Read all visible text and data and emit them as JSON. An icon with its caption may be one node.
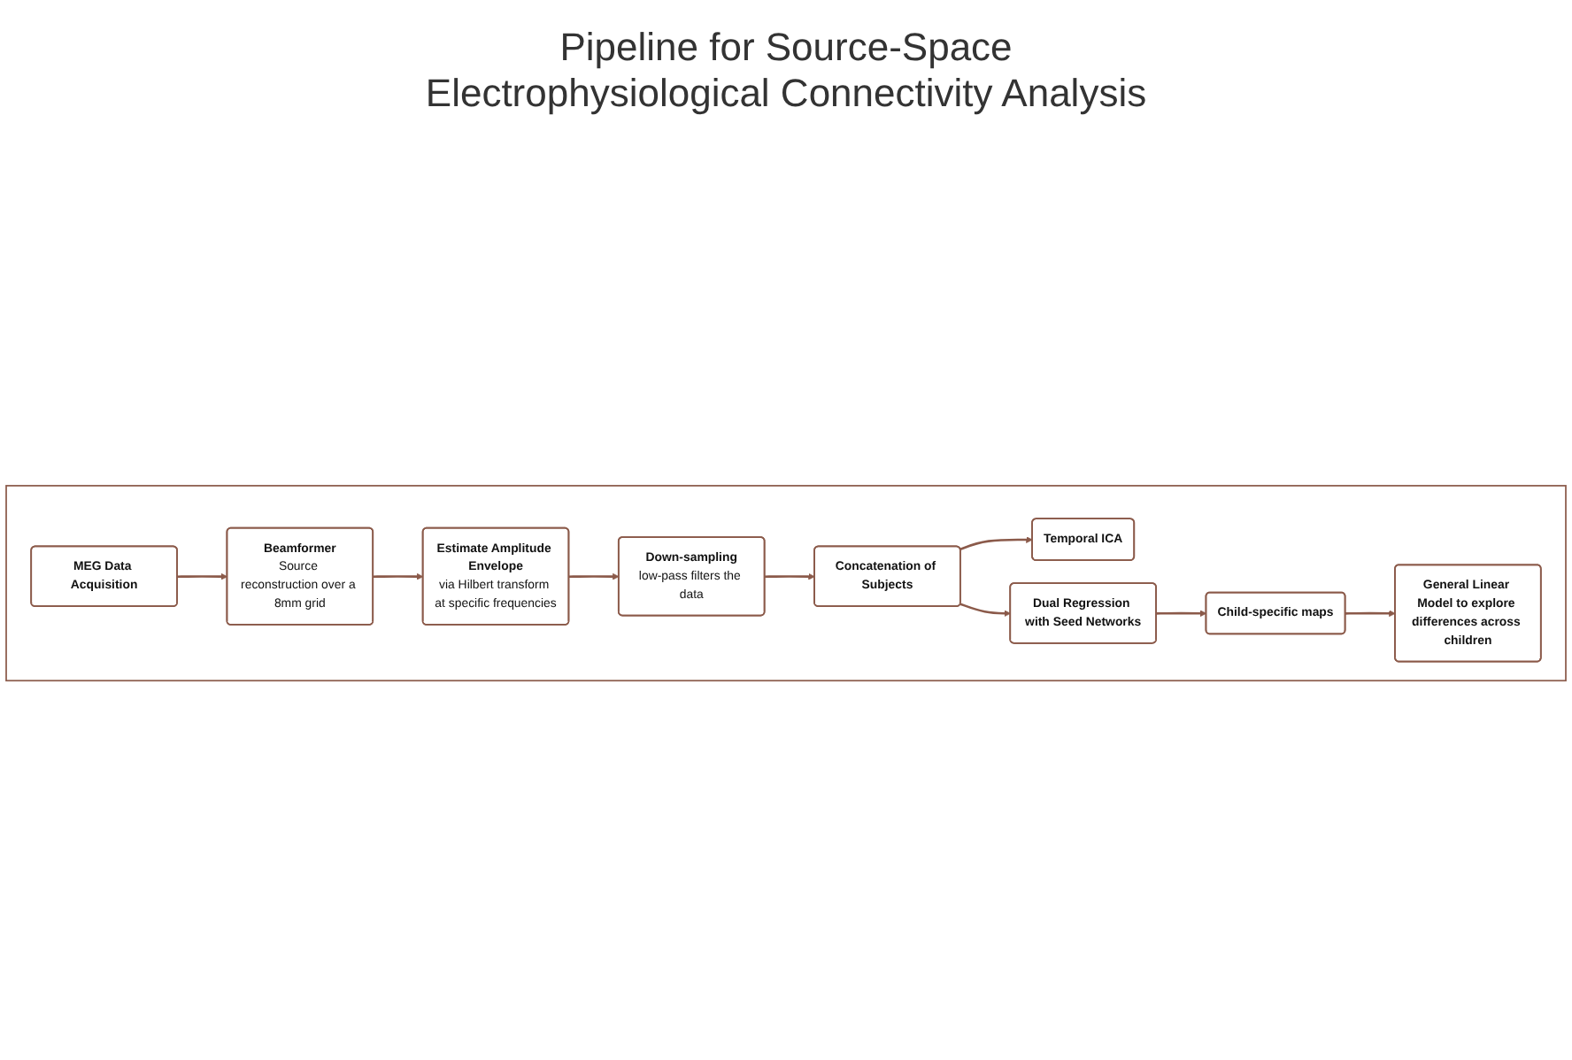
{
  "diagram": {
    "title": "Pipeline for Source-Space Electrophysiological Connectivity Analysis",
    "nodes": [
      {
        "text": [],
        "shape": "box"
      },
      {
        "text": [
          "MEG Data Acquisition"
        ],
        "in": 0
      },
      {
        "text": [
          "Beamformer",
          "Source reconstruction over a 8mm grid"
        ],
        "in": 0
      },
      {
        "text": [
          "Estimate Amplitude Envelope",
          "via Hilbert transform at specific frequencies"
        ],
        "in": 0
      },
      {
        "text": [
          "Down-sampling",
          "low-pass filters the data"
        ],
        "in": 0
      },
      {
        "text": [
          "Concatenation of Subjects"
        ],
        "in": 0
      },
      {
        "text": [
          "Temporal ICA"
        ],
        "in": 0
      },
      {
        "text": [
          "Dual Regression with Seed Networks"
        ],
        "in": 0
      },
      {
        "text": [
          "Child-specific maps"
        ],
        "in": 0
      },
      {
        "text": [
          "General Linear Model to explore differences across children"
        ],
        "in": 0
      }
    ],
    "edges": [
      {
        "from": 1,
        "to": 2,
        "arrow": "to"
      },
      {
        "from": 2,
        "to": 3,
        "arrow": "to"
      },
      {
        "from": 3,
        "to": 4,
        "arrow": "to"
      },
      {
        "from": 4,
        "to": 5,
        "arrow": "to"
      },
      {
        "from": 5,
        "to": 6,
        "arrow": "to"
      },
      {
        "from": 5,
        "to": 7,
        "arrow": "to"
      },
      {
        "from": 7,
        "to": 8,
        "arrow": "to"
      },
      {
        "from": 8,
        "to": 9,
        "arrow": "to"
      }
    ]
  }
}
